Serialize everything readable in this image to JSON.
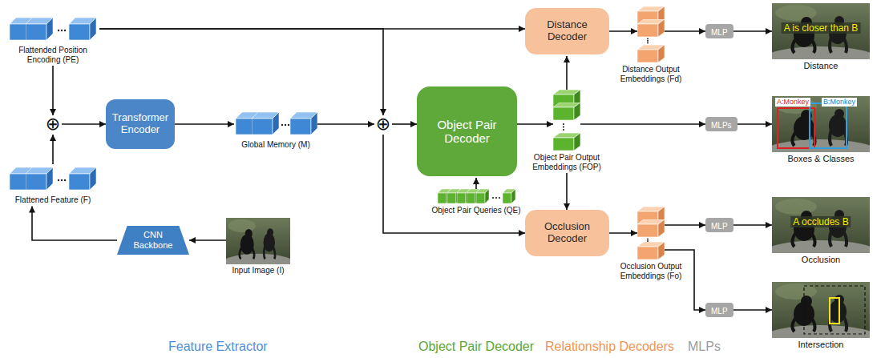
{
  "diagram": {
    "nodes": [
      {
        "text": [
          "Flattended Position Encoding (PE)"
        ]
      },
      {
        "text": [
          "⊕"
        ]
      },
      {
        "text": [
          "Transformer Encoder"
        ]
      },
      {
        "text": [
          "Global Memory (M)"
        ]
      },
      {
        "text": [
          "⊕"
        ]
      },
      {
        "text": [
          "Flattened Feature (F)"
        ]
      },
      {
        "text": [
          "CNN Backbone"
        ]
      },
      {
        "text": [
          "Input Image (I)"
        ]
      },
      {
        "text": [
          "Object Pair Decoder"
        ]
      },
      {
        "text": [
          "Object Pair Queries (QE)"
        ]
      },
      {
        "text": [
          "Object Pair Output Embeddings (FOP)"
        ]
      },
      {
        "text": [
          "Distance Decoder"
        ]
      },
      {
        "text": [
          "Distance Output Embeddings (Fd)"
        ]
      },
      {
        "text": [
          "Occlusion Decoder"
        ]
      },
      {
        "text": [
          "Occlusion Output Embeddings (Fo)"
        ]
      },
      {
        "text": [
          "MLP"
        ]
      },
      {
        "text": [
          "MLPs"
        ]
      },
      {
        "text": [
          "MLP"
        ]
      },
      {
        "text": [
          "MLP"
        ]
      },
      {
        "text": [
          "A is closer than B",
          "Distance"
        ]
      },
      {
        "text": [
          "A:Monkey",
          "B:Monkey",
          "Boxes & Classes"
        ]
      },
      {
        "text": [
          "A occludes B",
          "Occlusion"
        ]
      },
      {
        "text": [
          "Intersection"
        ]
      }
    ],
    "edges": [
      {
        "from": 0,
        "to": 1,
        "arrow": "to"
      },
      {
        "from": 5,
        "to": 1,
        "arrow": "to"
      },
      {
        "from": 1,
        "to": 2,
        "arrow": "to"
      },
      {
        "from": 2,
        "to": 3,
        "arrow": "to"
      },
      {
        "from": 3,
        "to": 4,
        "arrow": "to"
      },
      {
        "from": 0,
        "to": 4,
        "arrow": "to"
      },
      {
        "from": 0,
        "to": 11,
        "arrow": "to"
      },
      {
        "from": 4,
        "to": 8,
        "arrow": "to"
      },
      {
        "from": 4,
        "to": 13,
        "arrow": "to"
      },
      {
        "from": 9,
        "to": 8,
        "arrow": "to"
      },
      {
        "from": 8,
        "to": 10,
        "arrow": "to"
      },
      {
        "from": 10,
        "to": 11,
        "arrow": "to"
      },
      {
        "from": 10,
        "to": 13,
        "arrow": "to"
      },
      {
        "from": 10,
        "to": 16,
        "arrow": "to"
      },
      {
        "from": 11,
        "to": 12,
        "arrow": "to"
      },
      {
        "from": 12,
        "to": 15,
        "arrow": "to"
      },
      {
        "from": 15,
        "to": 19,
        "arrow": "to"
      },
      {
        "from": 13,
        "to": 14,
        "arrow": "to"
      },
      {
        "from": 14,
        "to": 17,
        "arrow": "to"
      },
      {
        "from": 14,
        "to": 18,
        "arrow": "to"
      },
      {
        "from": 17,
        "to": 21,
        "arrow": "to"
      },
      {
        "from": 18,
        "to": 22,
        "arrow": "to"
      },
      {
        "from": 16,
        "to": 20,
        "arrow": "to"
      },
      {
        "from": 7,
        "to": 6,
        "arrow": "to"
      },
      {
        "from": 6,
        "to": 5,
        "arrow": "to"
      }
    ],
    "labels": [
      "Feature Extractor",
      "Object Pair Decoder",
      "Relationship Decoders",
      "MLPs"
    ]
  }
}
